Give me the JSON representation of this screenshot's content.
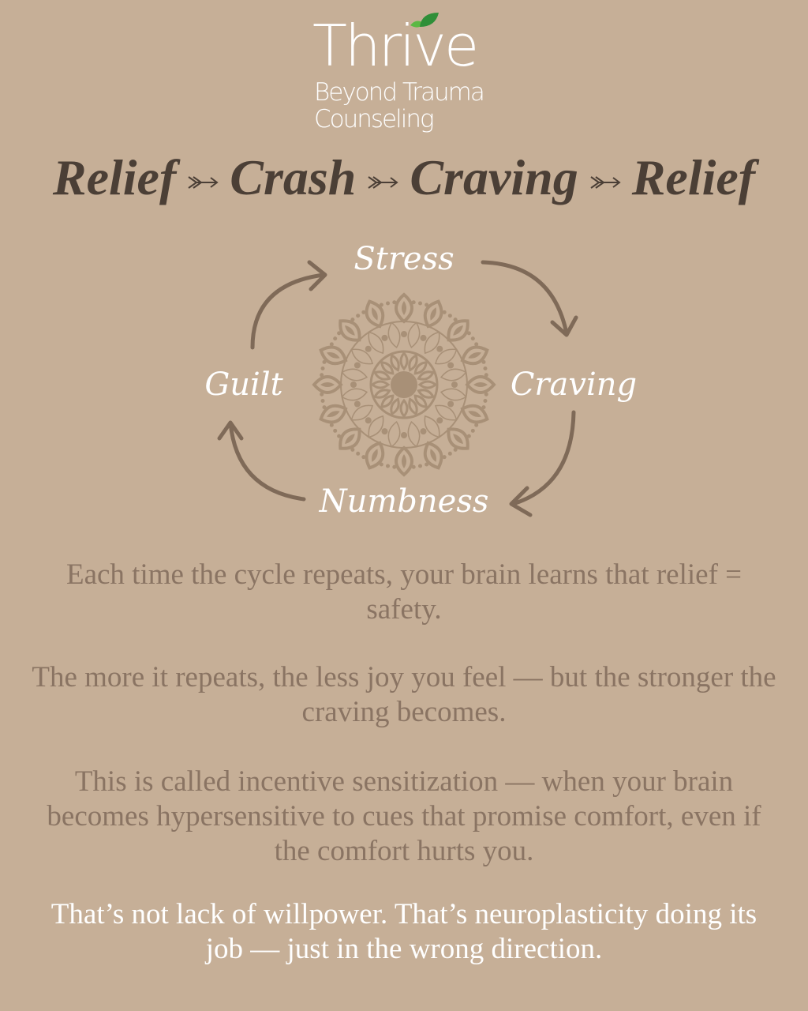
{
  "logo": {
    "name": "Thrive",
    "line2": "Beyond Trauma",
    "line3": "Counseling"
  },
  "title": {
    "words": [
      "Relief",
      "Crash",
      "Craving",
      "Relief"
    ]
  },
  "cycle": {
    "stages": [
      "Stress",
      "Craving",
      "Numbness",
      "Guilt"
    ]
  },
  "paragraphs": [
    "Each time the cycle repeats, your brain learns that relief = safety.",
    "The more it repeats, the less joy you feel — but the stronger the craving becomes.",
    "This is called incentive sensitization — when your brain becomes hypersensitive to cues that promise comfort, even if the comfort hurts you."
  ],
  "closing": "That’s not lack of willpower. That’s neuroplasticity doing its job — just in the wrong direction.",
  "colors": {
    "background": "#c6af97",
    "title": "#4b3f36",
    "body": "#8a7463",
    "arrow": "#7f6a58",
    "mandala": "#a89077",
    "leaf": "#3f9b3c"
  }
}
